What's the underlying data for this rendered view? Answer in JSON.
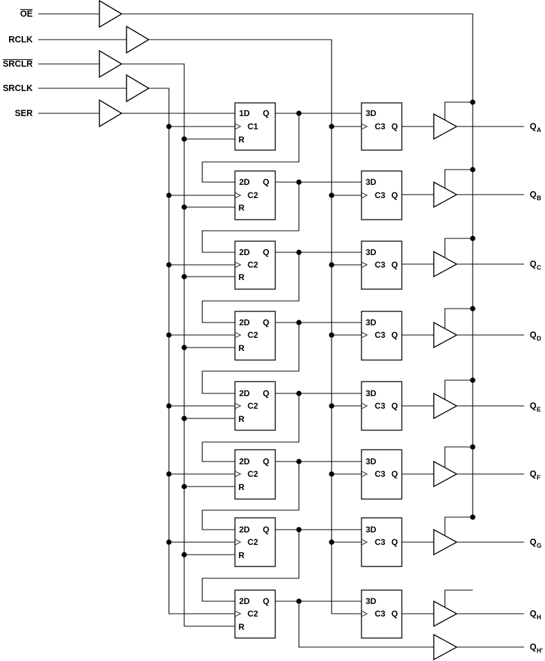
{
  "inputs": [
    {
      "key": "oe",
      "label": "OE",
      "overbar": true
    },
    {
      "key": "rclk",
      "label": "RCLK",
      "overbar": false
    },
    {
      "key": "srclr",
      "label": "SRCLR",
      "overbar": true
    },
    {
      "key": "srclk",
      "label": "SRCLK",
      "overbar": false
    },
    {
      "key": "ser",
      "label": "SER",
      "overbar": false
    }
  ],
  "shift_register": {
    "first": {
      "d": "1D",
      "clk": "C1",
      "q": "Q",
      "r": "R"
    },
    "rest": {
      "d": "2D",
      "clk": "C2",
      "q": "Q",
      "r": "R"
    }
  },
  "storage_register": {
    "d": "3D",
    "clk": "C3",
    "q": "Q"
  },
  "outputs": [
    {
      "main": "Q",
      "sub": "A"
    },
    {
      "main": "Q",
      "sub": "B"
    },
    {
      "main": "Q",
      "sub": "C"
    },
    {
      "main": "Q",
      "sub": "D"
    },
    {
      "main": "Q",
      "sub": "E"
    },
    {
      "main": "Q",
      "sub": "F"
    },
    {
      "main": "Q",
      "sub": "G"
    },
    {
      "main": "Q",
      "sub": "H"
    },
    {
      "main": "Q",
      "sub": "H'"
    }
  ]
}
